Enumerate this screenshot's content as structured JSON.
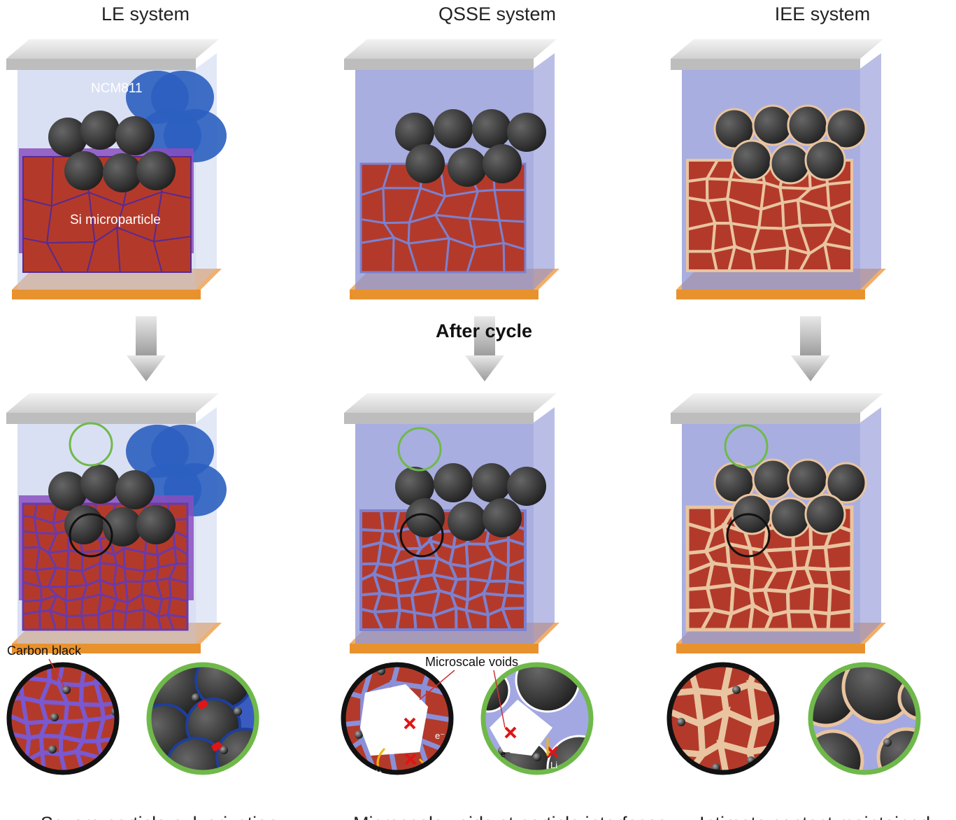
{
  "titles": {
    "le": "LE system",
    "qsse": "QSSE system",
    "iee": "IEE system"
  },
  "middle_label": "After cycle",
  "labels": {
    "ncm": "NCM811",
    "si": "Si microparticle",
    "carbon_black": "Carbon black",
    "voids": "Microscale voids",
    "electron": "e⁻",
    "lithium": "Li⁺",
    "lithium_short": "Li"
  },
  "bottom_text": {
    "le": "Severe particle pulverization",
    "qsse": "Microscale voids at particle interfaces",
    "iee": "Intimate contact maintained"
  },
  "colors": {
    "electrolyte_liquid": "#b9c6ea",
    "electrolyte_solid": "#8c93d6",
    "ncm": "#2f2f2f",
    "binder_blue": "#2b5fc0",
    "si": "#b33a2a",
    "si_purple": "#8a4fc0",
    "collector": "#f0a050",
    "green_circle": "#6fb94a",
    "black_circle": "#111111",
    "cross": "#e01515",
    "arrow_yellow": "#f2b400"
  }
}
